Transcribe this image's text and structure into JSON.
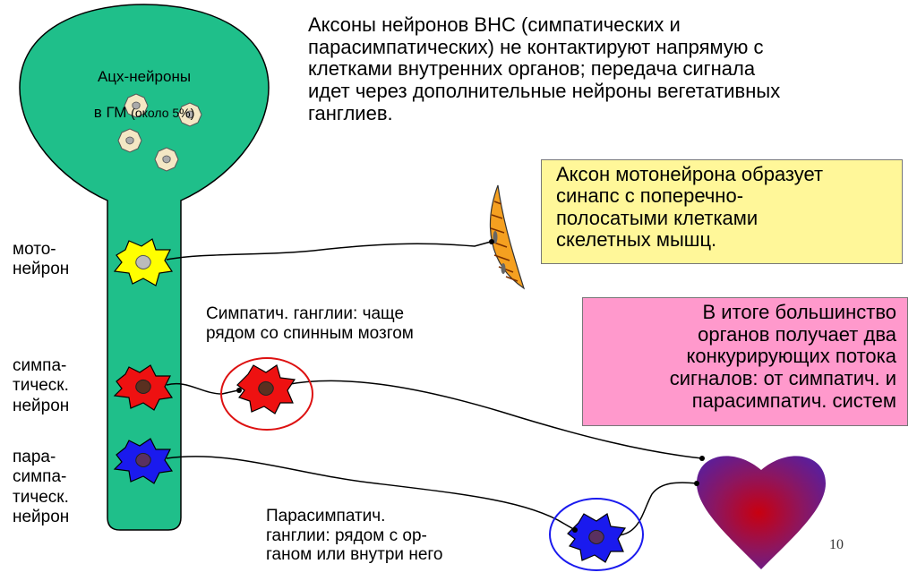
{
  "intro_text": "Аксоны нейронов ВНС (симпатических и\nпарасимпатических) не контактируют напрямую с\nклетками внутренних органов; передача сигнала\nидет через дополнительные нейроны вегетативных\nганглиев.",
  "brain_label_line1": "Ацх-нейроны",
  "brain_label_line2_prefix": "в ГМ ",
  "brain_label_line2_note": "(около 5%)",
  "motor_label": "мото-\nнейрон",
  "sympathetic_label": "симпа-\nтическ.\nнейрон",
  "parasympathetic_label": "пара-\nсимпа-\nтическ.\nнейрон",
  "motor_axon_box": "Аксон мотонейрона образует\nсинапс с поперечно-\nполосатыми клетками\nскелетных мышц.",
  "sympathetic_ganglia_text": "Симпатич. ганглии: чаще\nрядом со спинным мозгом",
  "summary_box": "В итоге большинство\nорганов получает два\nконкурирующих потока\nсигналов: от симпатич. и\nпарасимпатич. систем",
  "parasympathetic_ganglia_text": "Парасимпатич.\nганглии: рядом с ор-\nганом или внутри него",
  "slide_number": "10",
  "colors": {
    "cns": "#1fbf8a",
    "motor_neuron": "#ffff00",
    "sympathetic_neuron": "#ee1111",
    "parasympathetic_neuron": "#1a1aee",
    "ganglion_ring_symp": "#dd1111",
    "ganglion_ring_para": "#1a1aee",
    "yellow_box": "#fff799",
    "pink_box": "#ff99cc",
    "muscle": "#f5a020",
    "heart_center": "#c80010",
    "heart_edge": "#5a1e9c"
  }
}
